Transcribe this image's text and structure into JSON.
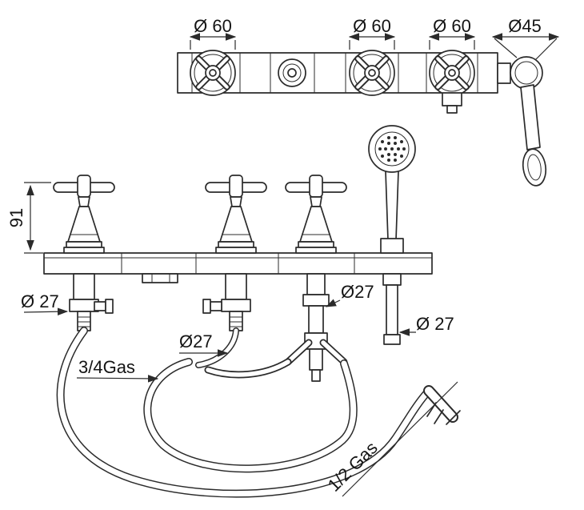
{
  "colors": {
    "line": "#2b2b2b",
    "background": "#ffffff"
  },
  "labels": {
    "dia60_a": "Ø 60",
    "dia60_b": "Ø 60",
    "dia60_c": "Ø 60",
    "dia45": "Ø45",
    "height_91": "91",
    "dia27_left": "Ø 27",
    "dia27_mid": "Ø27",
    "dia27_tee": "Ø27",
    "dia27_shower": "Ø 27",
    "thread_34gas": "3/4Gas",
    "thread_12gas": "1/2 Gas"
  }
}
